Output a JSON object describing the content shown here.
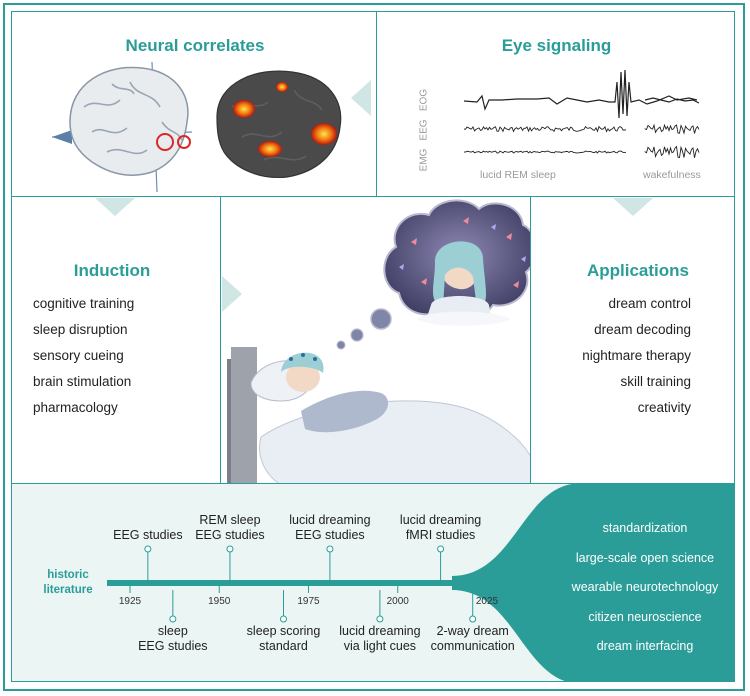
{
  "panels": {
    "neural": {
      "title": "Neural correlates"
    },
    "eye": {
      "title": "Eye signaling",
      "channels": [
        "EOG",
        "EEG",
        "EMG"
      ],
      "captions": {
        "left": "lucid REM sleep",
        "right": "wakefulness"
      }
    },
    "induction": {
      "title": "Induction",
      "items": [
        "cognitive training",
        "sleep disruption",
        "sensory cueing",
        "brain stimulation",
        "pharmacology"
      ]
    },
    "applications": {
      "title": "Applications",
      "items": [
        "dream control",
        "dream decoding",
        "nightmare therapy",
        "skill training",
        "creativity"
      ]
    }
  },
  "timeline": {
    "label": "historic\nliterature",
    "years": [
      "1925",
      "1950",
      "1975",
      "2000",
      "2025"
    ],
    "events_above": [
      {
        "text": "EEG studies",
        "year": 1930
      },
      {
        "text": "REM sleep\nEEG studies",
        "year": 1953
      },
      {
        "text": "lucid dreaming\nEEG studies",
        "year": 1981
      },
      {
        "text": "lucid dreaming\nfMRI studies",
        "year": 2012
      }
    ],
    "events_below": [
      {
        "text": "sleep\nEEG studies",
        "year": 1937
      },
      {
        "text": "sleep scoring\nstandard",
        "year": 1968
      },
      {
        "text": "lucid dreaming\nvia light cues",
        "year": 1995
      },
      {
        "text": "2-way dream\ncommunication",
        "year": 2021
      }
    ],
    "future": [
      "standardization",
      "large-scale open science",
      "wearable neurotechnology",
      "citizen neuroscience",
      "dream interfacing"
    ]
  },
  "colors": {
    "accent": "#2a9d98",
    "light_panel": "#eaf5f4",
    "arrow": "#cfe6e4"
  }
}
